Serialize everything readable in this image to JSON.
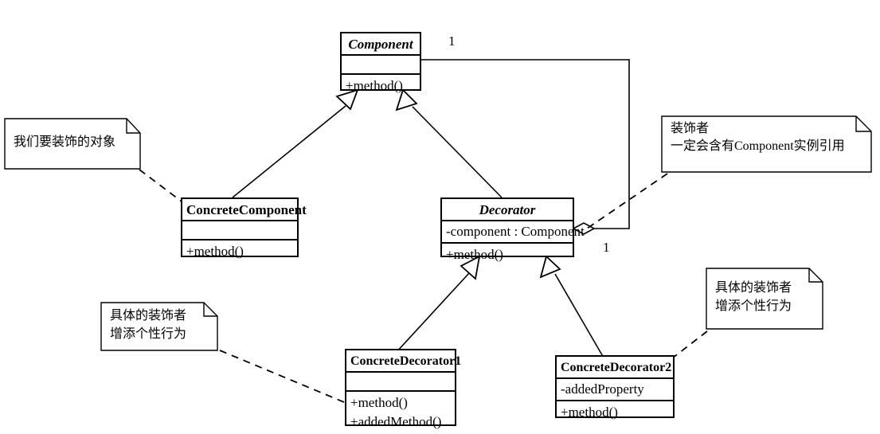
{
  "diagram": {
    "title": "Decorator Pattern UML Class Diagram",
    "type": "uml-class-diagram",
    "stroke_color": "#000000",
    "background_color": "#ffffff"
  },
  "classes": [
    {
      "id": "component",
      "name": "Component",
      "abstract": true,
      "attributes": [],
      "operations": [
        "+method()"
      ]
    },
    {
      "id": "concrete-component",
      "name": "ConcreteComponent",
      "abstract": false,
      "attributes": [],
      "operations": [
        "+method()"
      ]
    },
    {
      "id": "decorator",
      "name": "Decorator",
      "abstract": true,
      "attributes": [
        "-component : Component"
      ],
      "operations": [
        "+method()"
      ]
    },
    {
      "id": "concrete-decorator-1",
      "name": "ConcreteDecorator1",
      "abstract": false,
      "attributes": [],
      "operations": [
        "+method()",
        "+addedMethod()"
      ]
    },
    {
      "id": "concrete-decorator-2",
      "name": "ConcreteDecorator2",
      "abstract": false,
      "attributes": [
        "-addedProperty"
      ],
      "operations": [
        "+method()"
      ]
    }
  ],
  "notes": [
    {
      "id": "note-target-object",
      "text": "我们要装饰的对象",
      "attached_to": "concrete-component"
    },
    {
      "id": "note-decorator",
      "text": "装饰者\n一定会含有Component实例引用",
      "attached_to": "decorator"
    },
    {
      "id": "note-concrete-decorator-1",
      "text": "具体的装饰者\n增添个性行为",
      "attached_to": "concrete-decorator-1"
    },
    {
      "id": "note-concrete-decorator-2",
      "text": "具体的装饰者\n增添个性行为",
      "attached_to": "concrete-decorator-2"
    }
  ],
  "multiplicities": [
    {
      "id": "mult-component-end",
      "value": "1"
    },
    {
      "id": "mult-decorator-end",
      "value": "1"
    }
  ],
  "relationships": [
    {
      "type": "generalization",
      "from": "concrete-component",
      "to": "component"
    },
    {
      "type": "generalization",
      "from": "decorator",
      "to": "component"
    },
    {
      "type": "generalization",
      "from": "concrete-decorator-1",
      "to": "decorator"
    },
    {
      "type": "generalization",
      "from": "concrete-decorator-2",
      "to": "decorator"
    },
    {
      "type": "aggregation",
      "from": "decorator",
      "to": "component",
      "from_multiplicity": "1",
      "to_multiplicity": "1"
    }
  ]
}
